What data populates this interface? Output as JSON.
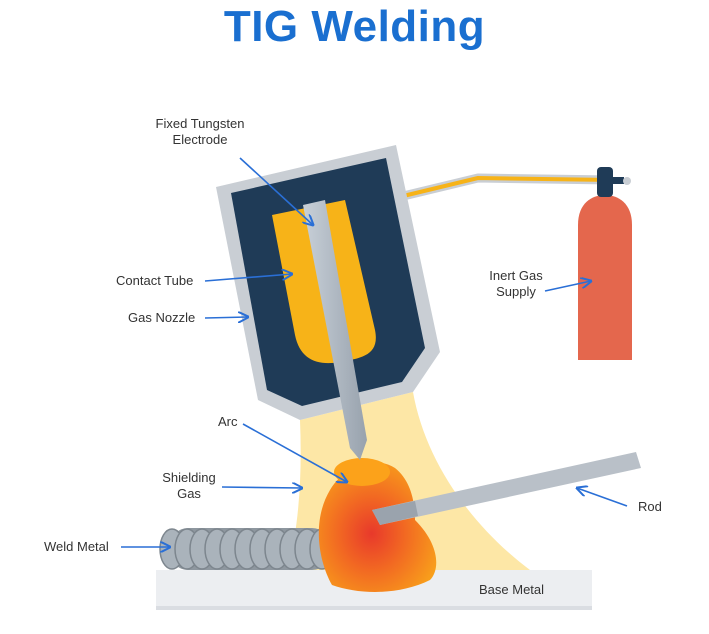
{
  "title": "TIG Welding",
  "labels": {
    "electrode_line1": "Fixed Tungsten",
    "electrode_line2": "Electrode",
    "contact_tube": "Contact Tube",
    "gas_nozzle": "Gas Nozzle",
    "inert_gas_line1": "Inert Gas",
    "inert_gas_line2": "Supply",
    "arc": "Arc",
    "shielding_line1": "Shielding",
    "shielding_line2": "Gas",
    "rod": "Rod",
    "weld_metal": "Weld Metal",
    "base_metal": "Base Metal"
  },
  "colors": {
    "title": "#1a6fd0",
    "arrow": "#2a6fd6",
    "nozzle_outer": "#c9ced4",
    "nozzle_inner": "#1f3b57",
    "contact_tube": "#f7b318",
    "electrode": "#a9b2bb",
    "shielding_gas": "#fde7a6",
    "cylinder": "#e4674d",
    "rod": "#b9c0c8",
    "base_metal": "#eceef1"
  }
}
